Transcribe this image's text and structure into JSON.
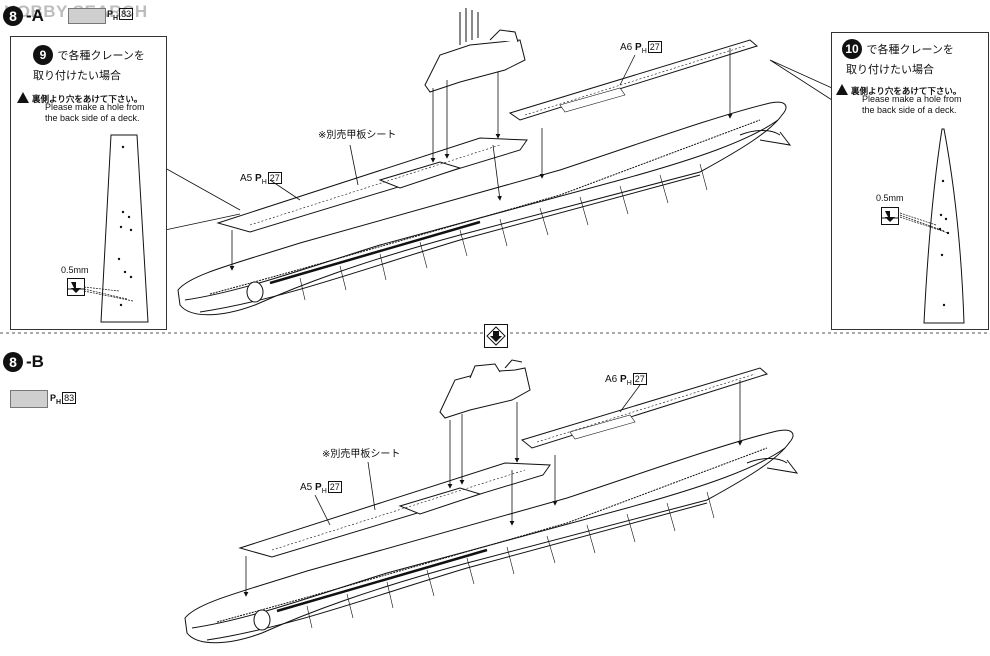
{
  "watermark": "HOBBY SEARCH",
  "step_a": {
    "number": "8",
    "suffix": "-A",
    "paint_code_prefix": "P",
    "paint_code_sub": "H",
    "paint_code": "83"
  },
  "step_b": {
    "number": "8",
    "suffix": "-B",
    "paint_code_prefix": "P",
    "paint_code_sub": "H",
    "paint_code": "83"
  },
  "callout_left": {
    "number": "9",
    "title_line1": "で各種クレーンを",
    "title_line2": "取り付けたい場合",
    "warn_jp": "裏側より穴をあけて下さい。",
    "warn_en_line1": "Please make a hole from",
    "warn_en_line2": "the back side of a deck.",
    "drill_size": "0.5mm"
  },
  "callout_right": {
    "number": "10",
    "title_line1": "で各種クレーンを",
    "title_line2": "取り付けたい場合",
    "warn_jp": "裏側より穴をあけて下さい。",
    "warn_en_line1": "Please make a hole from",
    "warn_en_line2": "the back side of a deck.",
    "drill_size": "0.5mm"
  },
  "labels_a": {
    "sheet_note": "※別売甲板シート",
    "part_a5": "A5",
    "part_a6": "A6",
    "p_sub": "H",
    "page_ref": "27"
  },
  "labels_b": {
    "sheet_note": "※別売甲板シート",
    "part_a5": "A5",
    "part_a6": "A6",
    "p_sub": "H",
    "page_ref": "27"
  },
  "colors": {
    "ink": "#111111",
    "paint_swatch": "#cfcfcf",
    "watermark": "#bdbdbd"
  }
}
